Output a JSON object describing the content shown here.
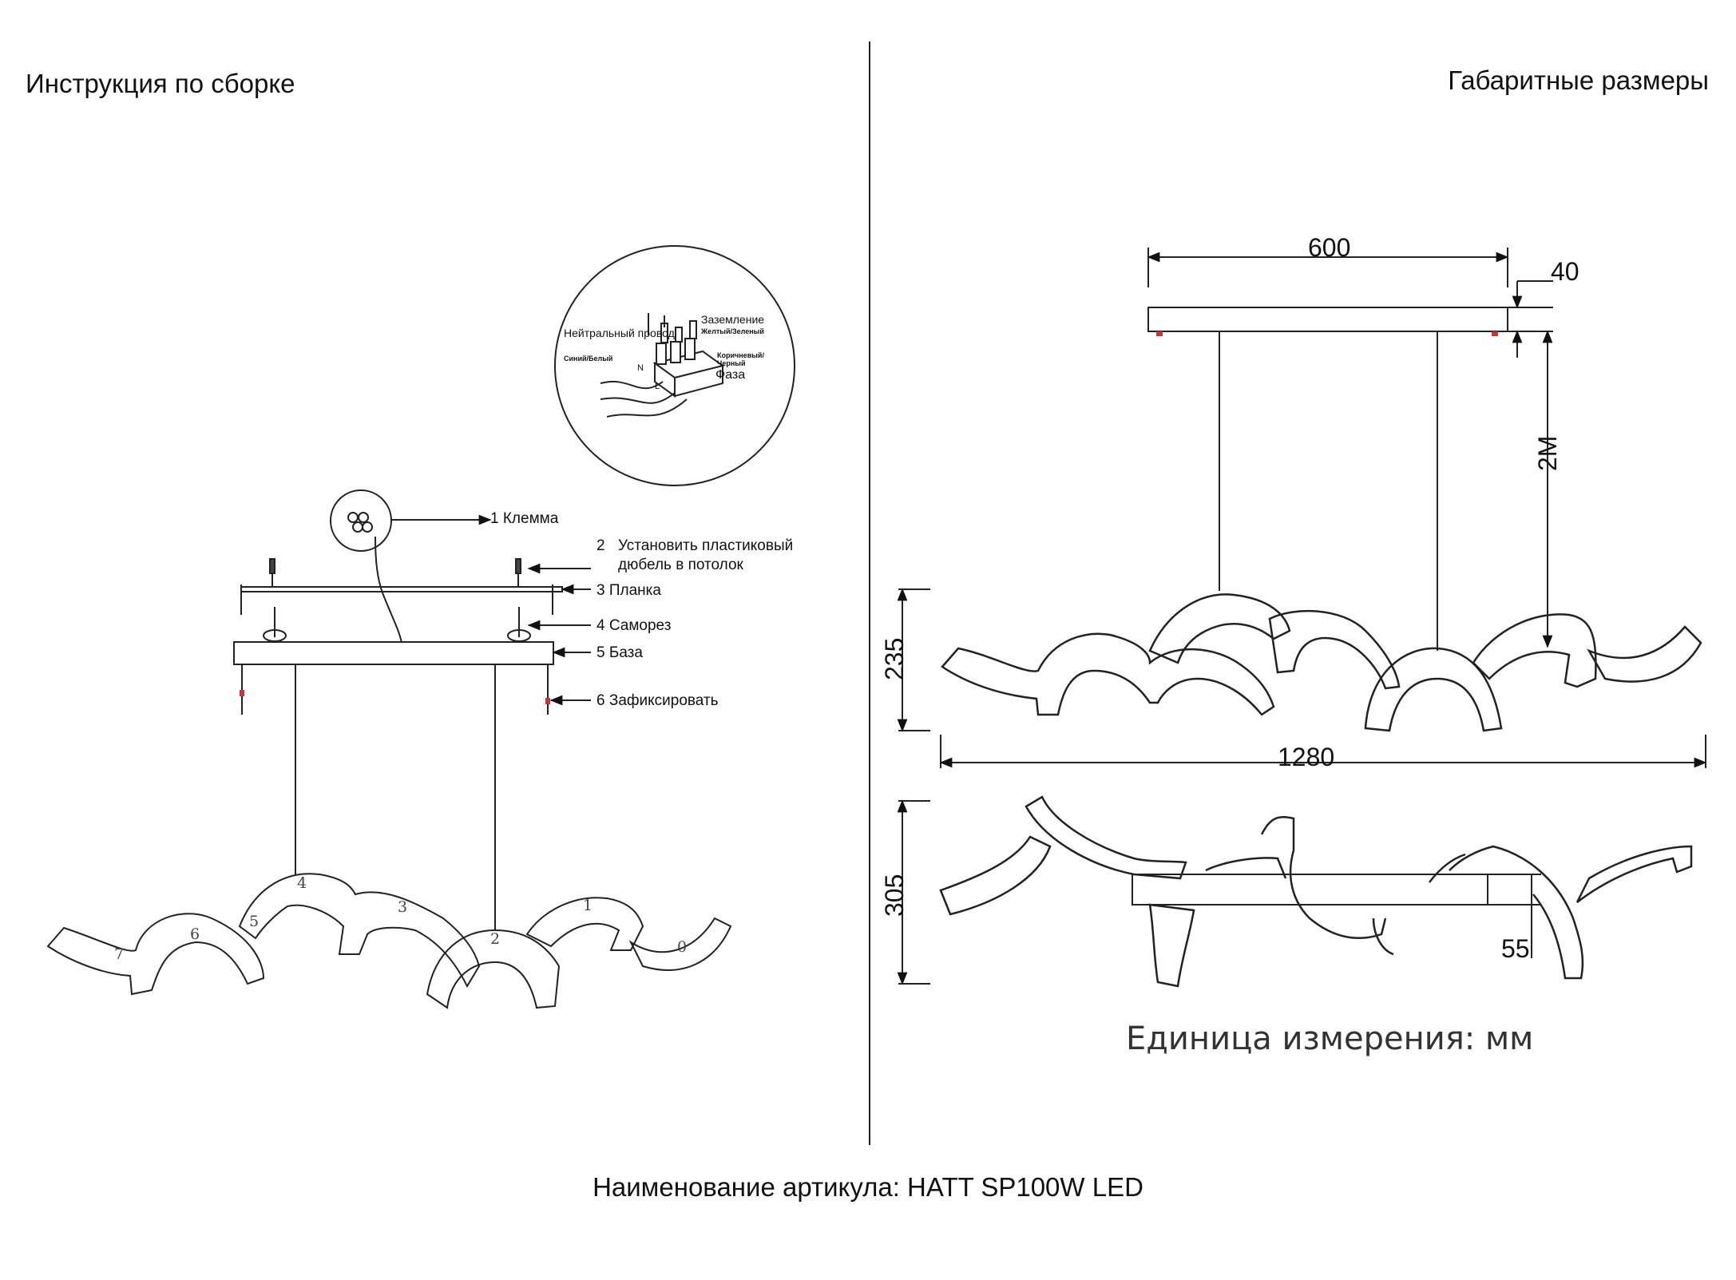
{
  "left_title": "Инструкция по сборке",
  "right_title": "Габаритные размеры",
  "wiring": {
    "neutral": "Нейтральный провод",
    "neutral_color": "Синий/Белый",
    "ground": "Заземление",
    "ground_color": "Желтый/Зеленый",
    "phase_color": "Коричневый/Черный",
    "phase": "Фаза",
    "letters": [
      "N",
      "L"
    ]
  },
  "steps": [
    {
      "num": "1",
      "text": "Клемма"
    },
    {
      "num": "2",
      "text": "Установить пластиковый\nдюбель в потолок"
    },
    {
      "num": "3",
      "text": "Планка"
    },
    {
      "num": "4",
      "text": "Саморез"
    },
    {
      "num": "5",
      "text": "База"
    },
    {
      "num": "6",
      "text": "Зафиксировать"
    }
  ],
  "segment_numbers": [
    "7",
    "6",
    "5",
    "4",
    "3",
    "2",
    "1",
    "0"
  ],
  "dimensions": {
    "width_top": "600",
    "base_height": "40",
    "cable": "2M",
    "lamp_height": "235",
    "total_length": "1280",
    "depth": "305",
    "base_depth": "55"
  },
  "unit_note": "Единица измерения: мм",
  "footer": "Наименование артикула: HATT SP100W LED"
}
